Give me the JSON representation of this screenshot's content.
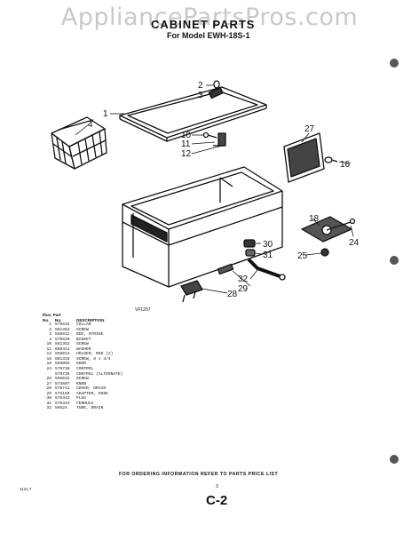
{
  "watermark": "AppliancePartsPros.com",
  "header": {
    "title": "CABINET PARTS",
    "subtitle": "For Model EWH-18S-1"
  },
  "diagram": {
    "ref_code": "VF1257",
    "callouts": [
      "1",
      "2",
      "3",
      "4",
      "10",
      "11",
      "12",
      "16",
      "18",
      "24",
      "25",
      "27",
      "28",
      "29",
      "30",
      "31",
      "32"
    ]
  },
  "parts_list": {
    "header_line1": "Illus.  Part",
    "columns": [
      "No.",
      "No.",
      "DESCRIPTION"
    ],
    "rows": [
      {
        "illus": "1",
        "part": "579632",
        "desc": "COLLAR"
      },
      {
        "illus": "2",
        "part": "661363",
        "desc": "SCREW"
      },
      {
        "illus": "3",
        "part": "556612",
        "desc": "BOX, STRIKE"
      },
      {
        "illus": "4",
        "part": "579840",
        "desc": "BASKET"
      },
      {
        "illus": "10",
        "part": "661352",
        "desc": "SCREW"
      },
      {
        "illus": "11",
        "part": "680441",
        "desc": "WASHER"
      },
      {
        "illus": "12",
        "part": "556013",
        "desc": "HOLDER, ROD (2)"
      },
      {
        "illus": "16",
        "part": "661318",
        "desc": "SCREW, 8 x 3/4"
      },
      {
        "illus": "18",
        "part": "556069",
        "desc": "DOOR"
      },
      {
        "illus": "24",
        "part": "579738",
        "desc": "CONTROL"
      },
      {
        "illus": "",
        "part": "579735",
        "desc": "CONTROL (ALTERNATE)"
      },
      {
        "illus": "25",
        "part": "595032",
        "desc": "SCREW"
      },
      {
        "illus": "27",
        "part": "573607",
        "desc": "KNOB"
      },
      {
        "illus": "28",
        "part": "576741",
        "desc": "COVER, DRAIN"
      },
      {
        "illus": "29",
        "part": "576159",
        "desc": "ADAPTER, HOSE"
      },
      {
        "illus": "30",
        "part": "576342",
        "desc": "PLUG"
      },
      {
        "illus": "31",
        "part": "576343",
        "desc": "FERRULE"
      },
      {
        "illus": "32",
        "part": "56624",
        "desc": "TUBE, DRAIN"
      }
    ]
  },
  "footer": {
    "order_note": "FOR ORDERING INFORMATION REFER TO PARTS PRICE LIST",
    "left_code": "1121.7",
    "mid_code": "3",
    "page": "C-2"
  }
}
